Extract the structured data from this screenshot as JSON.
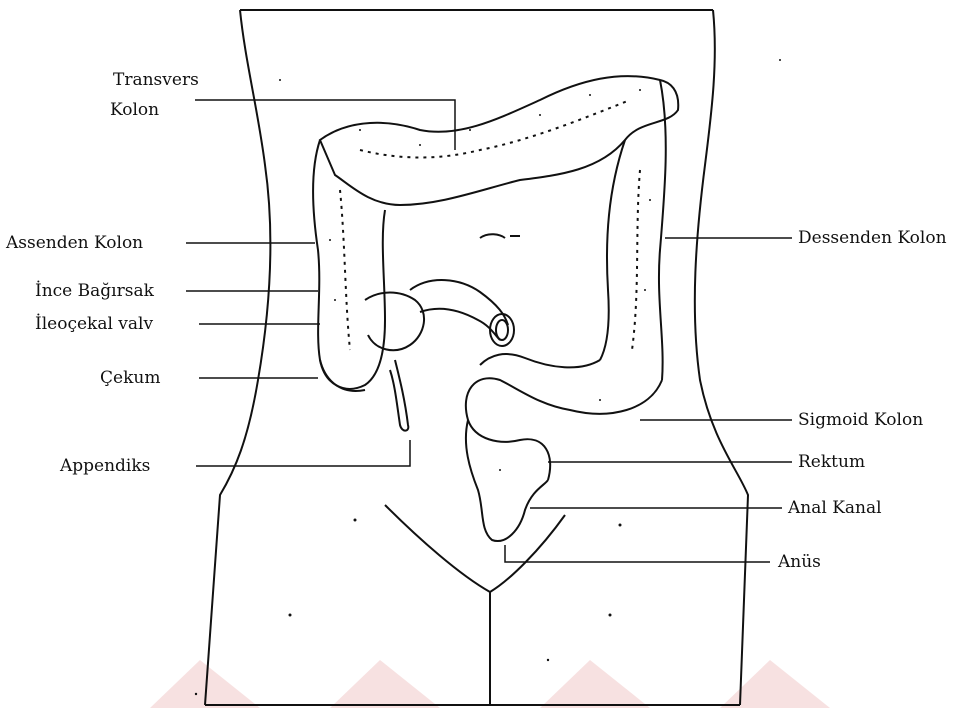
{
  "colors": {
    "ink": "#111111",
    "watermark": "#f1c9c9"
  },
  "labels": {
    "transvers_kolon_line1": "Transvers",
    "transvers_kolon_line2": "Kolon",
    "assenden_kolon": "Assenden Kolon",
    "ince_bagirsak": "İnce Bağırsak",
    "ileocekal_valv": "İleoçekal valv",
    "cekum": "Çekum",
    "appendiks": "Appendiks",
    "dessenden_kolon": "Dessenden Kolon",
    "sigmoid_kolon": "Sigmoid Kolon",
    "rektum": "Rektum",
    "anal_kanal": "Anal Kanal",
    "anus": "Anüs"
  }
}
